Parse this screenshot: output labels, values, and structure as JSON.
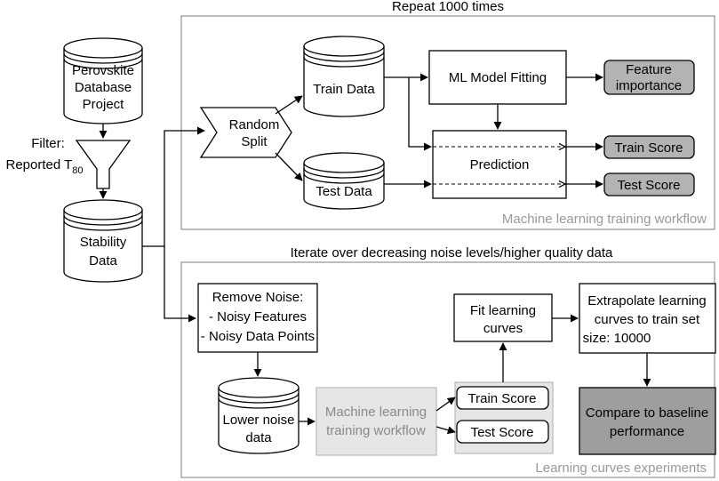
{
  "source": {
    "line1": "Perovskite",
    "line2": "Database",
    "line3": "Project"
  },
  "filter": {
    "line1": "Filter:",
    "line2_prefix": "Reported T",
    "line2_sub": "80"
  },
  "stability": {
    "line1": "Stability",
    "line2": "Data"
  },
  "workflow_panel": {
    "header": "Repeat 1000 times",
    "footer": "Machine learning training workflow",
    "random_split": {
      "line1": "Random",
      "line2": "Split"
    },
    "train_data": "Train Data",
    "test_data": "Test Data",
    "ml_fitting": "ML Model Fitting",
    "prediction": "Prediction",
    "feature_importance": {
      "line1": "Feature",
      "line2": "importance"
    },
    "train_score": "Train Score",
    "test_score": "Test Score"
  },
  "curves_panel": {
    "header": "Iterate over  decreasing noise levels/higher quality data",
    "footer": "Learning curves experiments",
    "remove_noise": {
      "line1": "Remove Noise:",
      "line2": "- Noisy Features",
      "line3": "- Noisy Data Points"
    },
    "lower_noise": {
      "line1": "Lower noise",
      "line2": "data"
    },
    "ml_workflow": {
      "line1": "Machine learning",
      "line2": "training workflow"
    },
    "train_score": "Train Score",
    "test_score": "Test Score",
    "fit_curves": {
      "line1": "Fit learning",
      "line2": "curves"
    },
    "extrapolate": {
      "line1": "Extrapolate learning",
      "line2": "curves to train set",
      "line3": "size: 10000"
    },
    "compare": {
      "line1": "Compare to baseline",
      "line2": "performance"
    }
  },
  "colors": {
    "panel_border": "#9a9a9a",
    "footer_text": "#999999",
    "output_box": "#b3b3b3",
    "light_box": "#e6e6e6",
    "dark_box": "#9e9e9e"
  }
}
